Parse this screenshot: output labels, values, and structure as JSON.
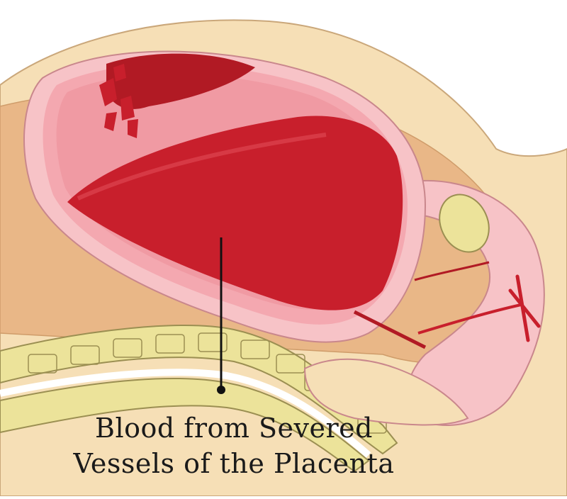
{
  "diagram": {
    "callout_label": {
      "line1": "Blood from Severed",
      "line2": "Vessels of the Placenta"
    },
    "colors": {
      "skin": "#f6dfb6",
      "skin_outline": "#caa77a",
      "abdominal_cavity": "#e9b787",
      "uterine_wall": "#f7c3c7",
      "uterine_lining": "#f4a8b0",
      "amniotic_space": "#f09aa3",
      "blood_pool": "#c81f2c",
      "placenta": "#b11a24",
      "bone": "#ece39a",
      "bone_outline": "#9b8f52",
      "leader_line": "#111111"
    },
    "icons": [
      "callout-pointer-dot"
    ]
  }
}
